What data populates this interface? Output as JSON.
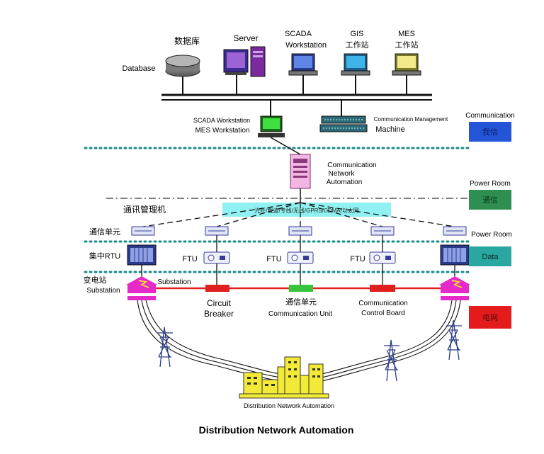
{
  "colors": {
    "dotted_line": "#1a8a8a",
    "communication_box": "#2455d6",
    "power_room_box": "#2f8f50",
    "data_box": "#2aa7a0",
    "grid_box": "#e31b1b",
    "substation_icon": "#e629c9",
    "breaker": "#e0201e",
    "comm_unit": "#39c43d",
    "control_board": "#e0201e",
    "banner": "#8ff1f1",
    "buildings": "#f3ea37"
  },
  "top_icons": [
    {
      "id": "database",
      "label_cn": "数据库",
      "label_side": "Database",
      "icon": "database-icon"
    },
    {
      "id": "server",
      "label": "Server",
      "icon": "server-icon"
    },
    {
      "id": "scada",
      "label_line1": "SCADA",
      "label_line2": "Workstation",
      "icon": "workstation-icon"
    },
    {
      "id": "gis",
      "label_line1": "GIS",
      "label_line2": "工作站",
      "icon": "workstation-icon"
    },
    {
      "id": "mes",
      "label_line1": "MES",
      "label_line2": "工作站",
      "icon": "workstation-icon"
    }
  ],
  "scada_mes": {
    "line1": "SCADA Workstation",
    "line2": "MES Workstation"
  },
  "comm_mgmt": {
    "line1": "Communication Management",
    "line2": "Machine"
  },
  "right_labels": {
    "communication": "Communication",
    "communication_box": "我信",
    "power_room_1": "Power Room",
    "power_room_box": "通信",
    "power_room_2": "Power Room",
    "data_box": "Data",
    "grid_box": "电网"
  },
  "cna": {
    "line1": "Communication",
    "line2": "Network",
    "line3": "Automation"
  },
  "left_labels": {
    "comm_manager": "通讯管理机",
    "comm_unit": "通信单元",
    "rtu": "集中RTU",
    "substation_cn": "变电站",
    "substation_en": "Substation"
  },
  "banner_text": "光纤/载波/专线/无线/GPRS/CDMA/以太网",
  "ftu_label": "FTU",
  "substation_line_label": "Substation",
  "feeder_devices": [
    {
      "line1": "Circuit",
      "line2": "Breaker"
    },
    {
      "line1": "通信单元",
      "line2": "Communication Unit"
    },
    {
      "line1": "Communication",
      "line2": "Control Board"
    }
  ],
  "city_label": "Distribution Network Automation",
  "title": "Distribution Network Automation"
}
